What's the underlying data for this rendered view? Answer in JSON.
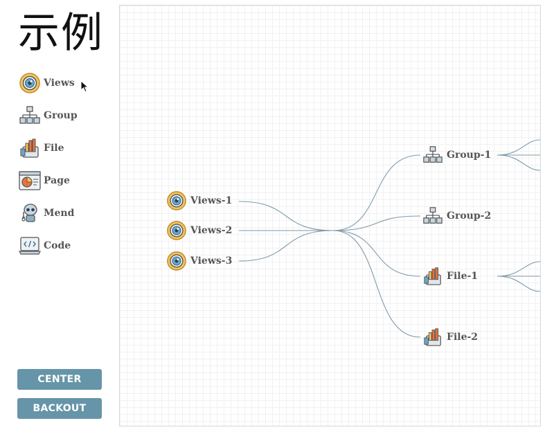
{
  "title": "示例",
  "palette": {
    "items": [
      {
        "label": "Views",
        "icon": "eye-target-icon"
      },
      {
        "label": "Group",
        "icon": "hierarchy-icon"
      },
      {
        "label": "File",
        "icon": "file-chart-icon"
      },
      {
        "label": "Page",
        "icon": "page-chart-icon"
      },
      {
        "label": "Mend",
        "icon": "robot-icon"
      },
      {
        "label": "Code",
        "icon": "laptop-code-icon"
      }
    ]
  },
  "buttons": {
    "center": "CENTER",
    "backout": "BACKOUT"
  },
  "graph": {
    "nodes": [
      {
        "label": "Views-1",
        "icon": "eye-target-icon"
      },
      {
        "label": "Views-2",
        "icon": "eye-target-icon"
      },
      {
        "label": "Views-3",
        "icon": "eye-target-icon"
      },
      {
        "label": "Group-1",
        "icon": "hierarchy-icon"
      },
      {
        "label": "Group-2",
        "icon": "hierarchy-icon"
      },
      {
        "label": "File-1",
        "icon": "file-chart-icon"
      },
      {
        "label": "File-2",
        "icon": "file-chart-icon"
      }
    ],
    "link_color": "#7f9aa8"
  },
  "colors": {
    "button_bg": "#6694a8",
    "grid": "#f1f1f1"
  }
}
